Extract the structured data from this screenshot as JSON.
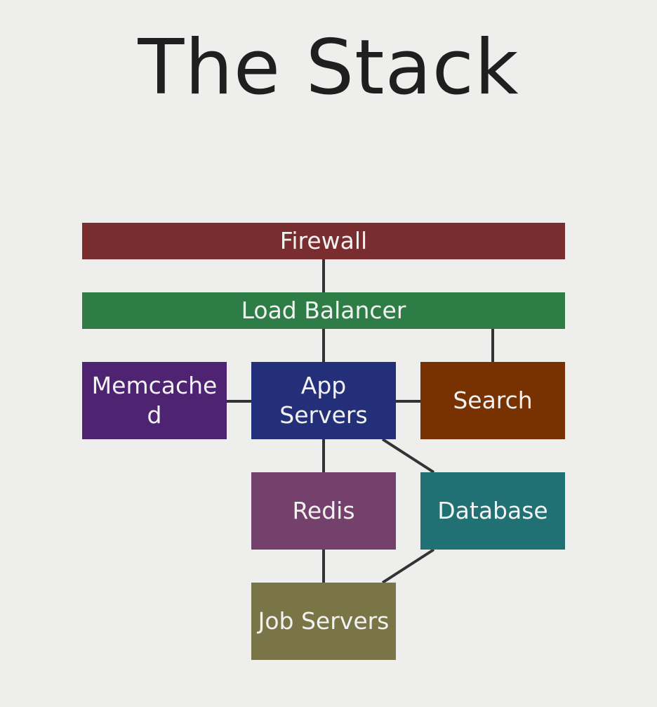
{
  "title": "The Stack",
  "nodes": {
    "firewall": {
      "label": "Firewall",
      "color": "#7a2d2f"
    },
    "load_balancer": {
      "label": "Load Balancer",
      "color": "#2e7d46"
    },
    "memcached": {
      "label": "Memcached",
      "color": "#4e2472"
    },
    "app_servers": {
      "label": "App Servers",
      "color": "#232f78"
    },
    "search": {
      "label": "Search",
      "color": "#783100"
    },
    "redis": {
      "label": "Redis",
      "color": "#74406c"
    },
    "database": {
      "label": "Database",
      "color": "#217174"
    },
    "job_servers": {
      "label": "Job Servers",
      "color": "#7a7546"
    }
  },
  "edges": [
    [
      "firewall",
      "load_balancer"
    ],
    [
      "load_balancer",
      "app_servers"
    ],
    [
      "load_balancer",
      "search"
    ],
    [
      "memcached",
      "app_servers"
    ],
    [
      "app_servers",
      "search"
    ],
    [
      "app_servers",
      "redis"
    ],
    [
      "app_servers",
      "database"
    ],
    [
      "redis",
      "job_servers"
    ],
    [
      "database",
      "job_servers"
    ]
  ]
}
